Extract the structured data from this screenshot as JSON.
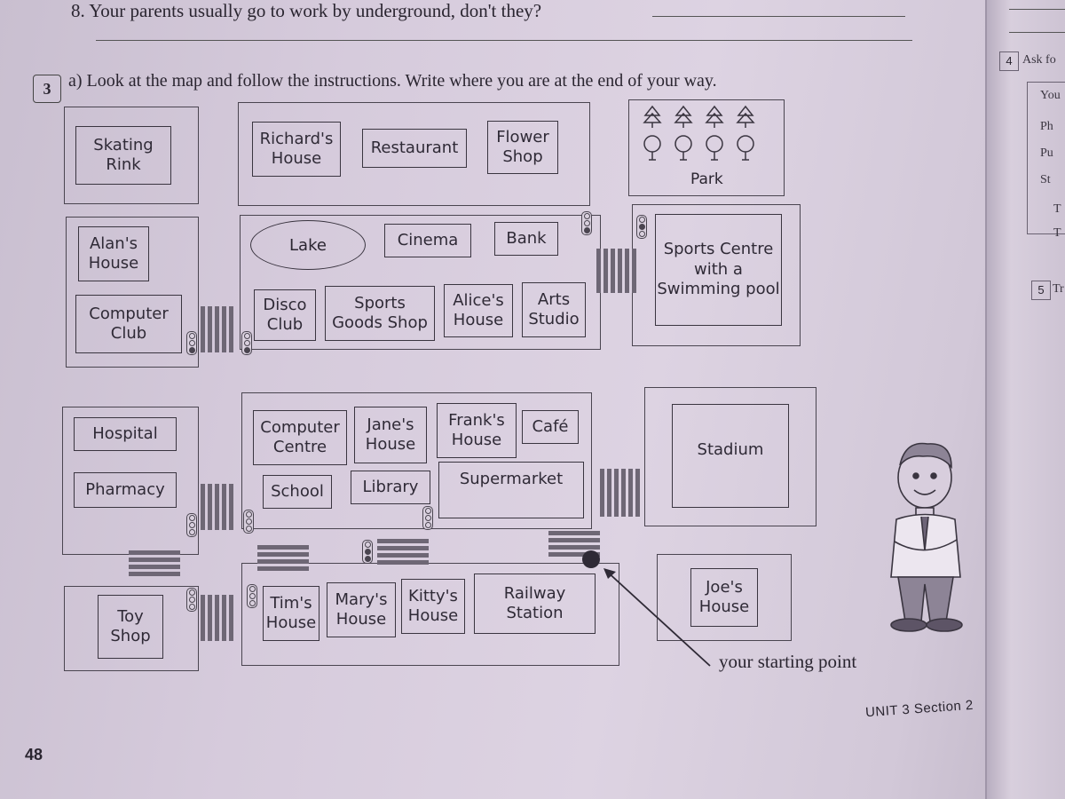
{
  "question8": {
    "number": "8.",
    "text": "Your parents usually go to work by underground, don't they?"
  },
  "exercise": {
    "number": "3",
    "instruction": "a) Look at the map and follow the instructions. Write where you are at the end of your way."
  },
  "map": {
    "buildings": {
      "skating_rink": "Skating\nRink",
      "richards_house": "Richard's\nHouse",
      "restaurant": "Restaurant",
      "flower_shop": "Flower\nShop",
      "park": "Park",
      "alans_house": "Alan's\nHouse",
      "computer_club": "Computer\nClub",
      "lake": "Lake",
      "cinema": "Cinema",
      "bank": "Bank",
      "disco_club": "Disco\nClub",
      "sports_goods_shop": "Sports\nGoods Shop",
      "alices_house": "Alice's\nHouse",
      "arts_studio": "Arts\nStudio",
      "sports_centre": "Sports Centre\nwith a\nSwimming pool",
      "hospital": "Hospital",
      "pharmacy": "Pharmacy",
      "computer_centre": "Computer\nCentre",
      "janes_house": "Jane's\nHouse",
      "franks_house": "Frank's\nHouse",
      "cafe": "Café",
      "school": "School",
      "library": "Library",
      "supermarket": "Supermarket",
      "stadium": "Stadium",
      "toy_shop": "Toy\nShop",
      "tims_house": "Tim's\nHouse",
      "marys_house": "Mary's\nHouse",
      "kittys_house": "Kitty's\nHouse",
      "railway_station": "Railway\nStation",
      "joes_house": "Joe's\nHouse"
    },
    "starting_point_label": "your starting point"
  },
  "footer": {
    "unit": "UNIT 3  Section 2",
    "page_number": "48"
  },
  "right_page": {
    "exercise4_number": "4",
    "exercise4_text": "Ask fo",
    "exercise5_number": "5",
    "exercise5_text": "Tr",
    "table_rows": [
      "You",
      "Ph",
      "Pu",
      "St",
      "T",
      "T"
    ]
  }
}
